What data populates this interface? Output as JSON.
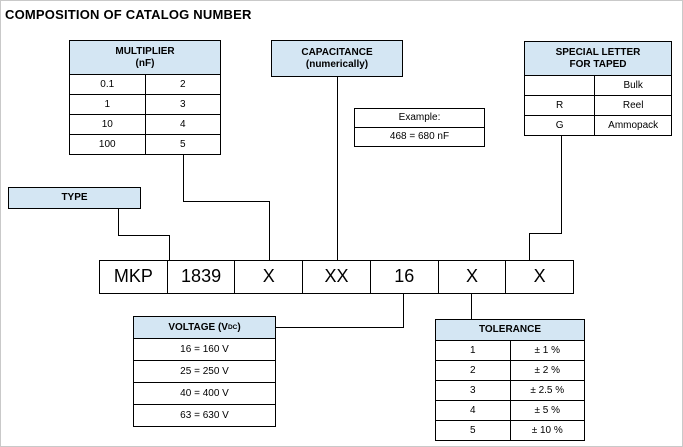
{
  "title": "COMPOSITION OF CATALOG NUMBER",
  "colors": {
    "header_fill": "#d4e6f3",
    "line": "#000000",
    "page_border": "#c9c9c9"
  },
  "multiplier": {
    "header_line1": "MULTIPLIER",
    "header_line2": "(nF)",
    "rows": [
      [
        "0.1",
        "2"
      ],
      [
        "1",
        "3"
      ],
      [
        "10",
        "4"
      ],
      [
        "100",
        "5"
      ]
    ]
  },
  "capacitance": {
    "header_line1": "CAPACITANCE",
    "header_line2": "(numerically)"
  },
  "example": {
    "label": "Example:",
    "value": "468 = 680 nF"
  },
  "special_letter": {
    "header_line1": "SPECIAL LETTER",
    "header_line2": "FOR TAPED",
    "rows": [
      [
        "",
        "Bulk"
      ],
      [
        "R",
        "Reel"
      ],
      [
        "G",
        "Ammopack"
      ]
    ]
  },
  "type_box": {
    "label": "TYPE"
  },
  "catalog_row": {
    "cells": [
      "MKP",
      "1839",
      "X",
      "XX",
      "16",
      "X",
      "X"
    ]
  },
  "voltage": {
    "header_prefix": "VOLTAGE (V",
    "header_sub": "DC",
    "header_suffix": ")",
    "rows": [
      "16 = 160 V",
      "25 = 250 V",
      "40 = 400 V",
      "63 = 630 V"
    ]
  },
  "tolerance": {
    "header": "TOLERANCE",
    "rows": [
      [
        "1",
        "± 1 %"
      ],
      [
        "2",
        "± 2 %"
      ],
      [
        "3",
        "± 2.5 %"
      ],
      [
        "4",
        "± 5 %"
      ],
      [
        "5",
        "± 10 %"
      ]
    ]
  }
}
